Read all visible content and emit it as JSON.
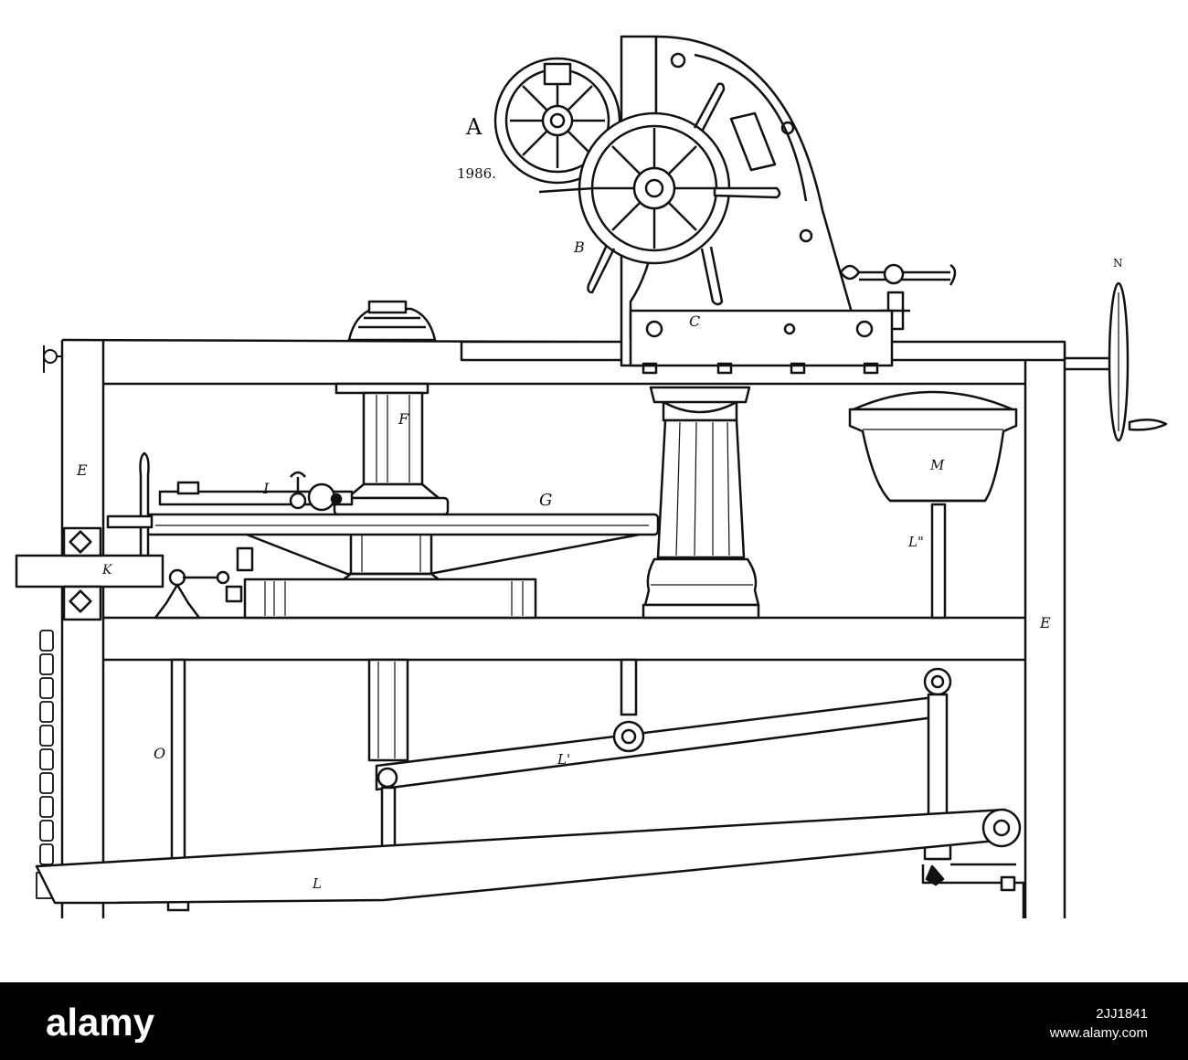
{
  "figure": {
    "title_letter": "A",
    "figure_number": "1986.",
    "part_labels": {
      "B": "B",
      "C": "C",
      "E_left": "E",
      "E_right": "E",
      "F": "F",
      "G": "G",
      "I": "I",
      "K": "K",
      "L": "L",
      "L1": "L'",
      "L2": "L\"",
      "M": "M",
      "N": "N",
      "O": "O"
    }
  },
  "stock": {
    "brand": "alamy",
    "image_id": "2JJ1841",
    "url": "www.alamy.com",
    "colors": {
      "bar": "#000000",
      "text": "#ffffff"
    }
  }
}
